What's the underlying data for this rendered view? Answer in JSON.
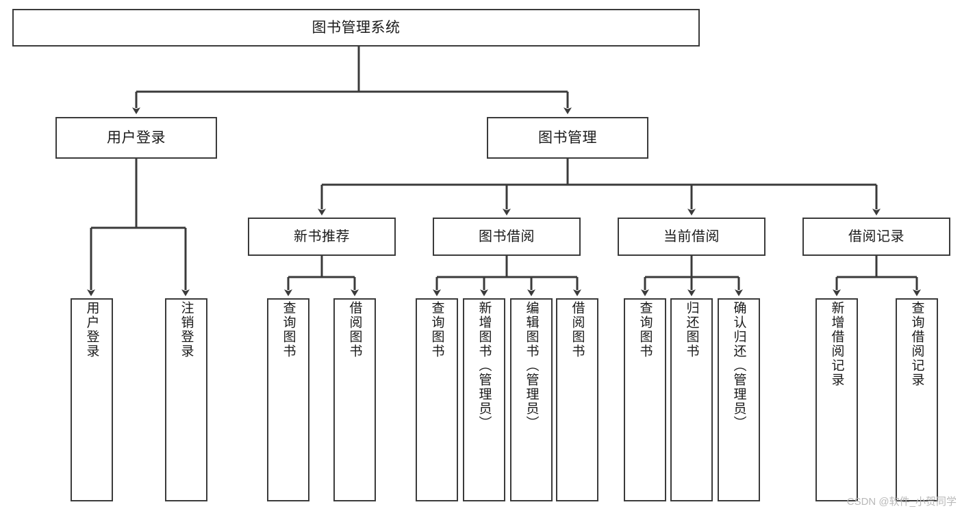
{
  "diagram": {
    "title": "图书管理系统",
    "type": "hierarchy-tree",
    "watermark": "CSDN @软件_小贺同学",
    "colors": {
      "box_border": "#3a3a3a",
      "box_fill": "#ffffff",
      "connector": "#3a3a3a",
      "text": "#1a1a1a",
      "watermark": "#b9b9b9",
      "background": "#ffffff"
    },
    "nodes": {
      "root": {
        "label": "图书管理系统"
      },
      "level1": [
        {
          "label": "用户登录"
        },
        {
          "label": "图书管理"
        }
      ],
      "level2": [
        {
          "label": "新书推荐"
        },
        {
          "label": "图书借阅"
        },
        {
          "label": "当前借阅"
        },
        {
          "label": "借阅记录"
        }
      ],
      "leaves": {
        "user_login": [
          {
            "label": "用户登录"
          },
          {
            "label": "注销登录"
          }
        ],
        "new_book_recommend": [
          {
            "label": "查询图书"
          },
          {
            "label": "借阅图书"
          }
        ],
        "book_borrow": [
          {
            "label": "查询图书"
          },
          {
            "label": "新增图书（管理员）"
          },
          {
            "label": "编辑图书（管理员）"
          },
          {
            "label": "借阅图书"
          }
        ],
        "current_borrow": [
          {
            "label": "查询图书"
          },
          {
            "label": "归还图书"
          },
          {
            "label": "确认归还（管理员）"
          }
        ],
        "borrow_record": [
          {
            "label": "新增借阅记录"
          },
          {
            "label": "查询借阅记录"
          }
        ]
      }
    }
  }
}
